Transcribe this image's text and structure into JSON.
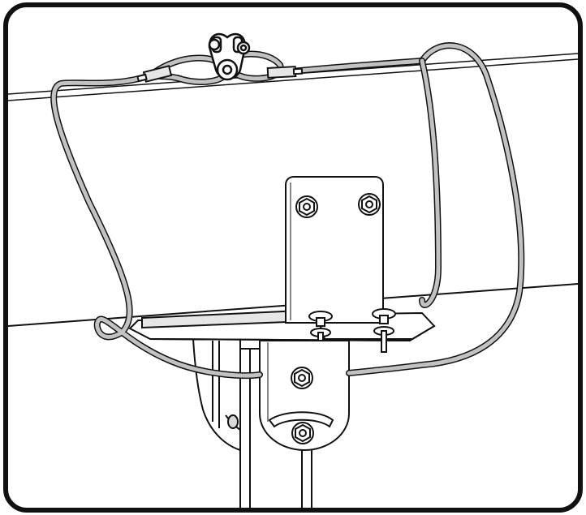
{
  "figure": {
    "kind": "technical-line-illustration",
    "components": [
      "frame",
      "horizontal-tube",
      "safety-cable",
      "shackle",
      "wire-rope-ferrules",
      "clamp-plate",
      "hex-bolts",
      "base-bracket",
      "pivot-bracket",
      "vertical-post"
    ],
    "colors": {
      "line": "#111111",
      "cable_fill": "#c2c2c2",
      "metal_fill": "#ffffff",
      "shadow_fill": "#d9d9d9"
    }
  }
}
